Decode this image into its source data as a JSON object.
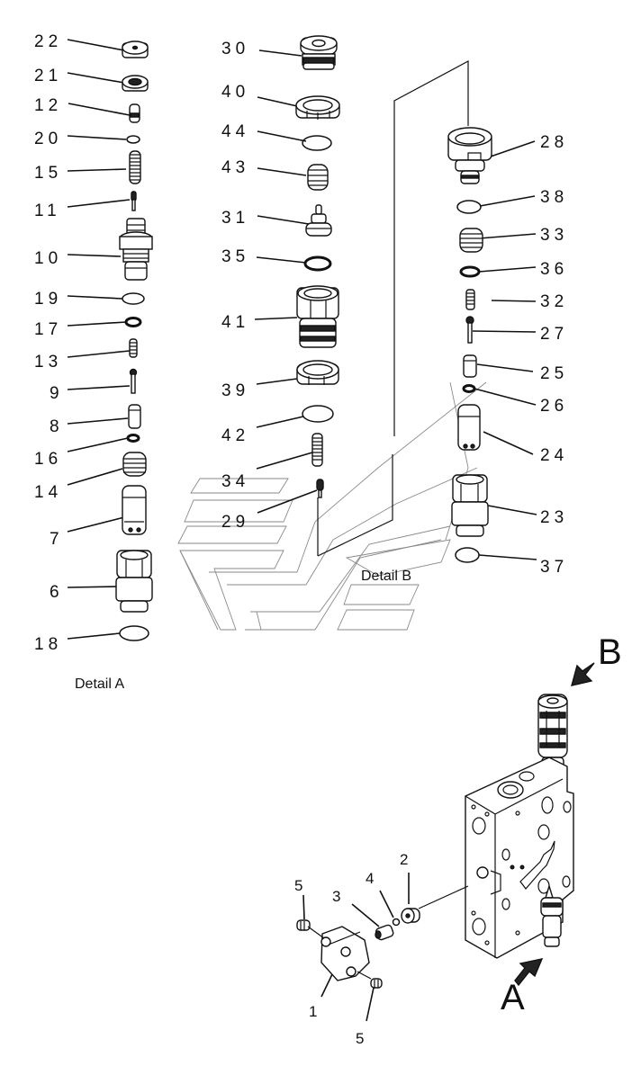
{
  "title": "Hydraulic valve assembly – exploded parts diagram",
  "details": {
    "detail_a": {
      "caption": "Detail A",
      "callouts": [
        "22",
        "21",
        "12",
        "20",
        "15",
        "11",
        "10",
        "19",
        "17",
        "13",
        "9",
        "8",
        "16",
        "14",
        "7",
        "6",
        "18"
      ]
    },
    "detail_b": {
      "caption": "Detail B",
      "callouts_left": [
        "30",
        "40",
        "44",
        "43",
        "31",
        "35",
        "41",
        "39",
        "42",
        "34",
        "29"
      ],
      "callouts_right": [
        "28",
        "38",
        "33",
        "36",
        "32",
        "27",
        "25",
        "26",
        "24",
        "23",
        "37"
      ]
    },
    "assembly": {
      "callouts": [
        "5",
        "3",
        "4",
        "2",
        "1",
        "5"
      ],
      "view_markers": [
        "B",
        "A"
      ]
    }
  },
  "colors": {
    "line": "#111111",
    "watermark": "#8a8a8a",
    "background": "#ffffff"
  }
}
